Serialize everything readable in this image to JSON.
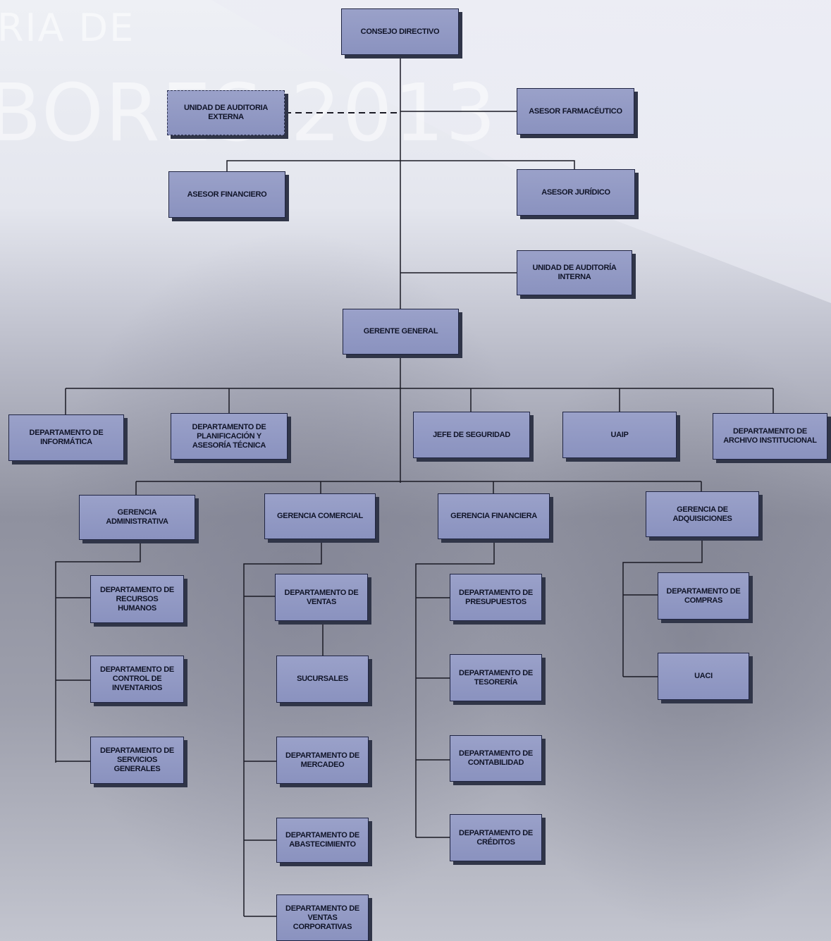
{
  "background_watermark": {
    "line1": "RIA DE",
    "line2": "BORES 2013"
  },
  "boxes": {
    "consejo_directivo": "CONSEJO DIRECTIVO",
    "unidad_auditoria_externa": "UNIDAD DE AUDITORIA\nEXTERNA",
    "asesor_farmaceutico": "ASESOR FARMACÉUTICO",
    "asesor_financiero": "ASESOR FINANCIERO",
    "asesor_juridico": "ASESOR JURÍDICO",
    "unidad_auditoria_interna": "UNIDAD DE AUDITORÍA\nINTERNA",
    "gerente_general": "GERENTE GENERAL",
    "depto_informatica": "DEPARTAMENTO DE\nINFORMÁTICA",
    "depto_planificacion": "DEPARTAMENTO DE\nPLANIFICACIÓN Y\nASESORÍA TÉCNICA",
    "jefe_seguridad": "JEFE DE SEGURIDAD",
    "uaip": "UAIP",
    "depto_archivo": "DEPARTAMENTO DE\nARCHIVO INSTITUCIONAL",
    "gerencia_administrativa": "GERENCIA\nADMINISTRATIVA",
    "gerencia_comercial": "GERENCIA COMERCIAL",
    "gerencia_financiera": "GERENCIA FINANCIERA",
    "gerencia_adquisiciones": "GERENCIA DE\nADQUISICIONES",
    "depto_recursos_humanos": "DEPARTAMENTO DE\nRECURSOS\nHUMANOS",
    "depto_control_inventarios": "DEPARTAMENTO DE\nCONTROL DE\nINVENTARIOS",
    "depto_servicios_generales": "DEPARTAMENTO DE\nSERVICIOS\nGENERALES",
    "depto_ventas": "DEPARTAMENTO DE\nVENTAS",
    "sucursales": "SUCURSALES",
    "depto_mercadeo": "DEPARTAMENTO DE\nMERCADEO",
    "depto_abastecimiento": "DEPARTAMENTO DE\nABASTECIMIENTO",
    "depto_ventas_corporativas": "DEPARTAMENTO DE\nVENTAS\nCORPORATIVAS",
    "depto_presupuestos": "DEPARTAMENTO DE\nPRESUPUESTOS",
    "depto_tesoreria": "DEPARTAMENTO DE\nTESORERÍA",
    "depto_contabilidad": "DEPARTAMENTO DE\nCONTABILIDAD",
    "depto_creditos": "DEPARTAMENTO DE\nCRÉDITOS",
    "depto_compras": "DEPARTAMENTO DE\nCOMPRAS",
    "uaci": "UACI"
  }
}
